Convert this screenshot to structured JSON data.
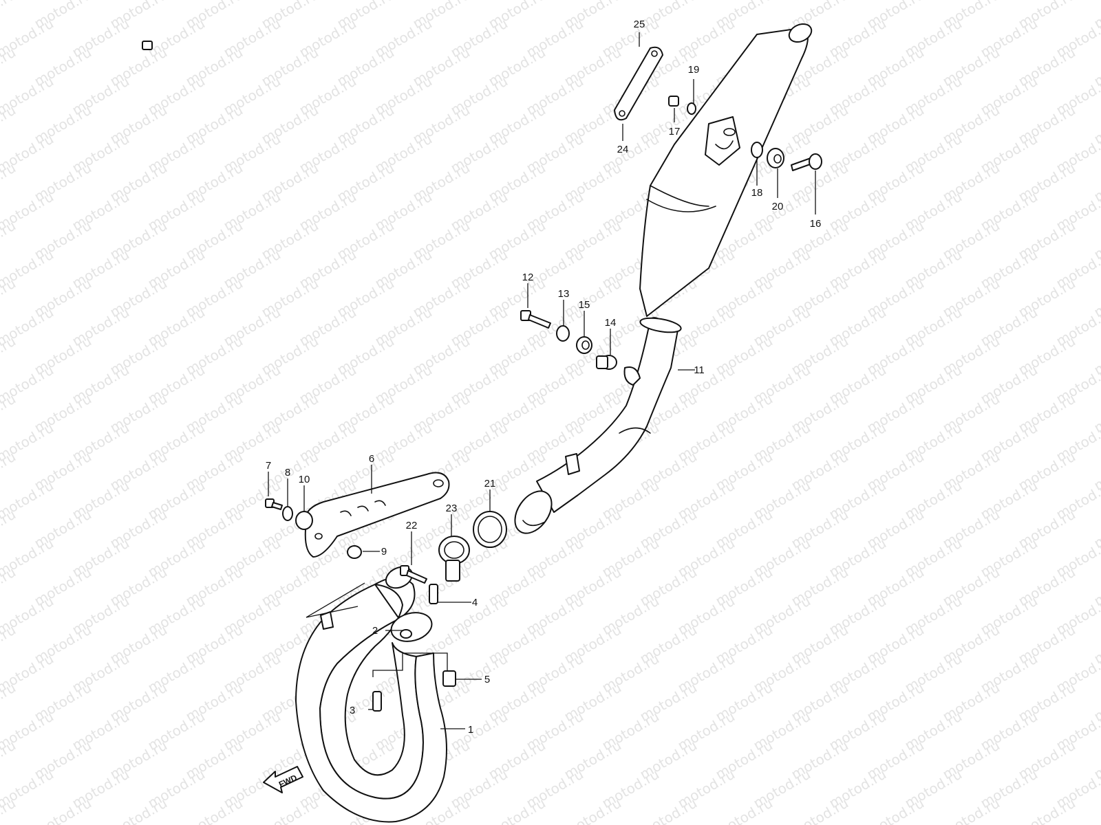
{
  "watermark": {
    "text": "motod.ru",
    "color": "#e3e3e3"
  },
  "direction_marker": {
    "label": "FWD"
  },
  "callouts": [
    {
      "id": "1",
      "label": "1"
    },
    {
      "id": "2",
      "label": "2"
    },
    {
      "id": "3",
      "label": "3"
    },
    {
      "id": "4",
      "label": "4"
    },
    {
      "id": "5",
      "label": "5"
    },
    {
      "id": "6",
      "label": "6"
    },
    {
      "id": "7",
      "label": "7"
    },
    {
      "id": "8",
      "label": "8"
    },
    {
      "id": "9",
      "label": "9"
    },
    {
      "id": "10",
      "label": "10"
    },
    {
      "id": "11",
      "label": "11"
    },
    {
      "id": "12",
      "label": "12"
    },
    {
      "id": "13",
      "label": "13"
    },
    {
      "id": "14",
      "label": "14"
    },
    {
      "id": "15",
      "label": "15"
    },
    {
      "id": "16",
      "label": "16"
    },
    {
      "id": "17",
      "label": "17"
    },
    {
      "id": "18",
      "label": "18"
    },
    {
      "id": "19",
      "label": "19"
    },
    {
      "id": "20",
      "label": "20"
    },
    {
      "id": "21",
      "label": "21"
    },
    {
      "id": "22",
      "label": "22"
    },
    {
      "id": "23",
      "label": "23"
    },
    {
      "id": "24",
      "label": "24"
    },
    {
      "id": "25",
      "label": "25"
    }
  ],
  "colors": {
    "line": "#111111",
    "background": "#ffffff"
  }
}
